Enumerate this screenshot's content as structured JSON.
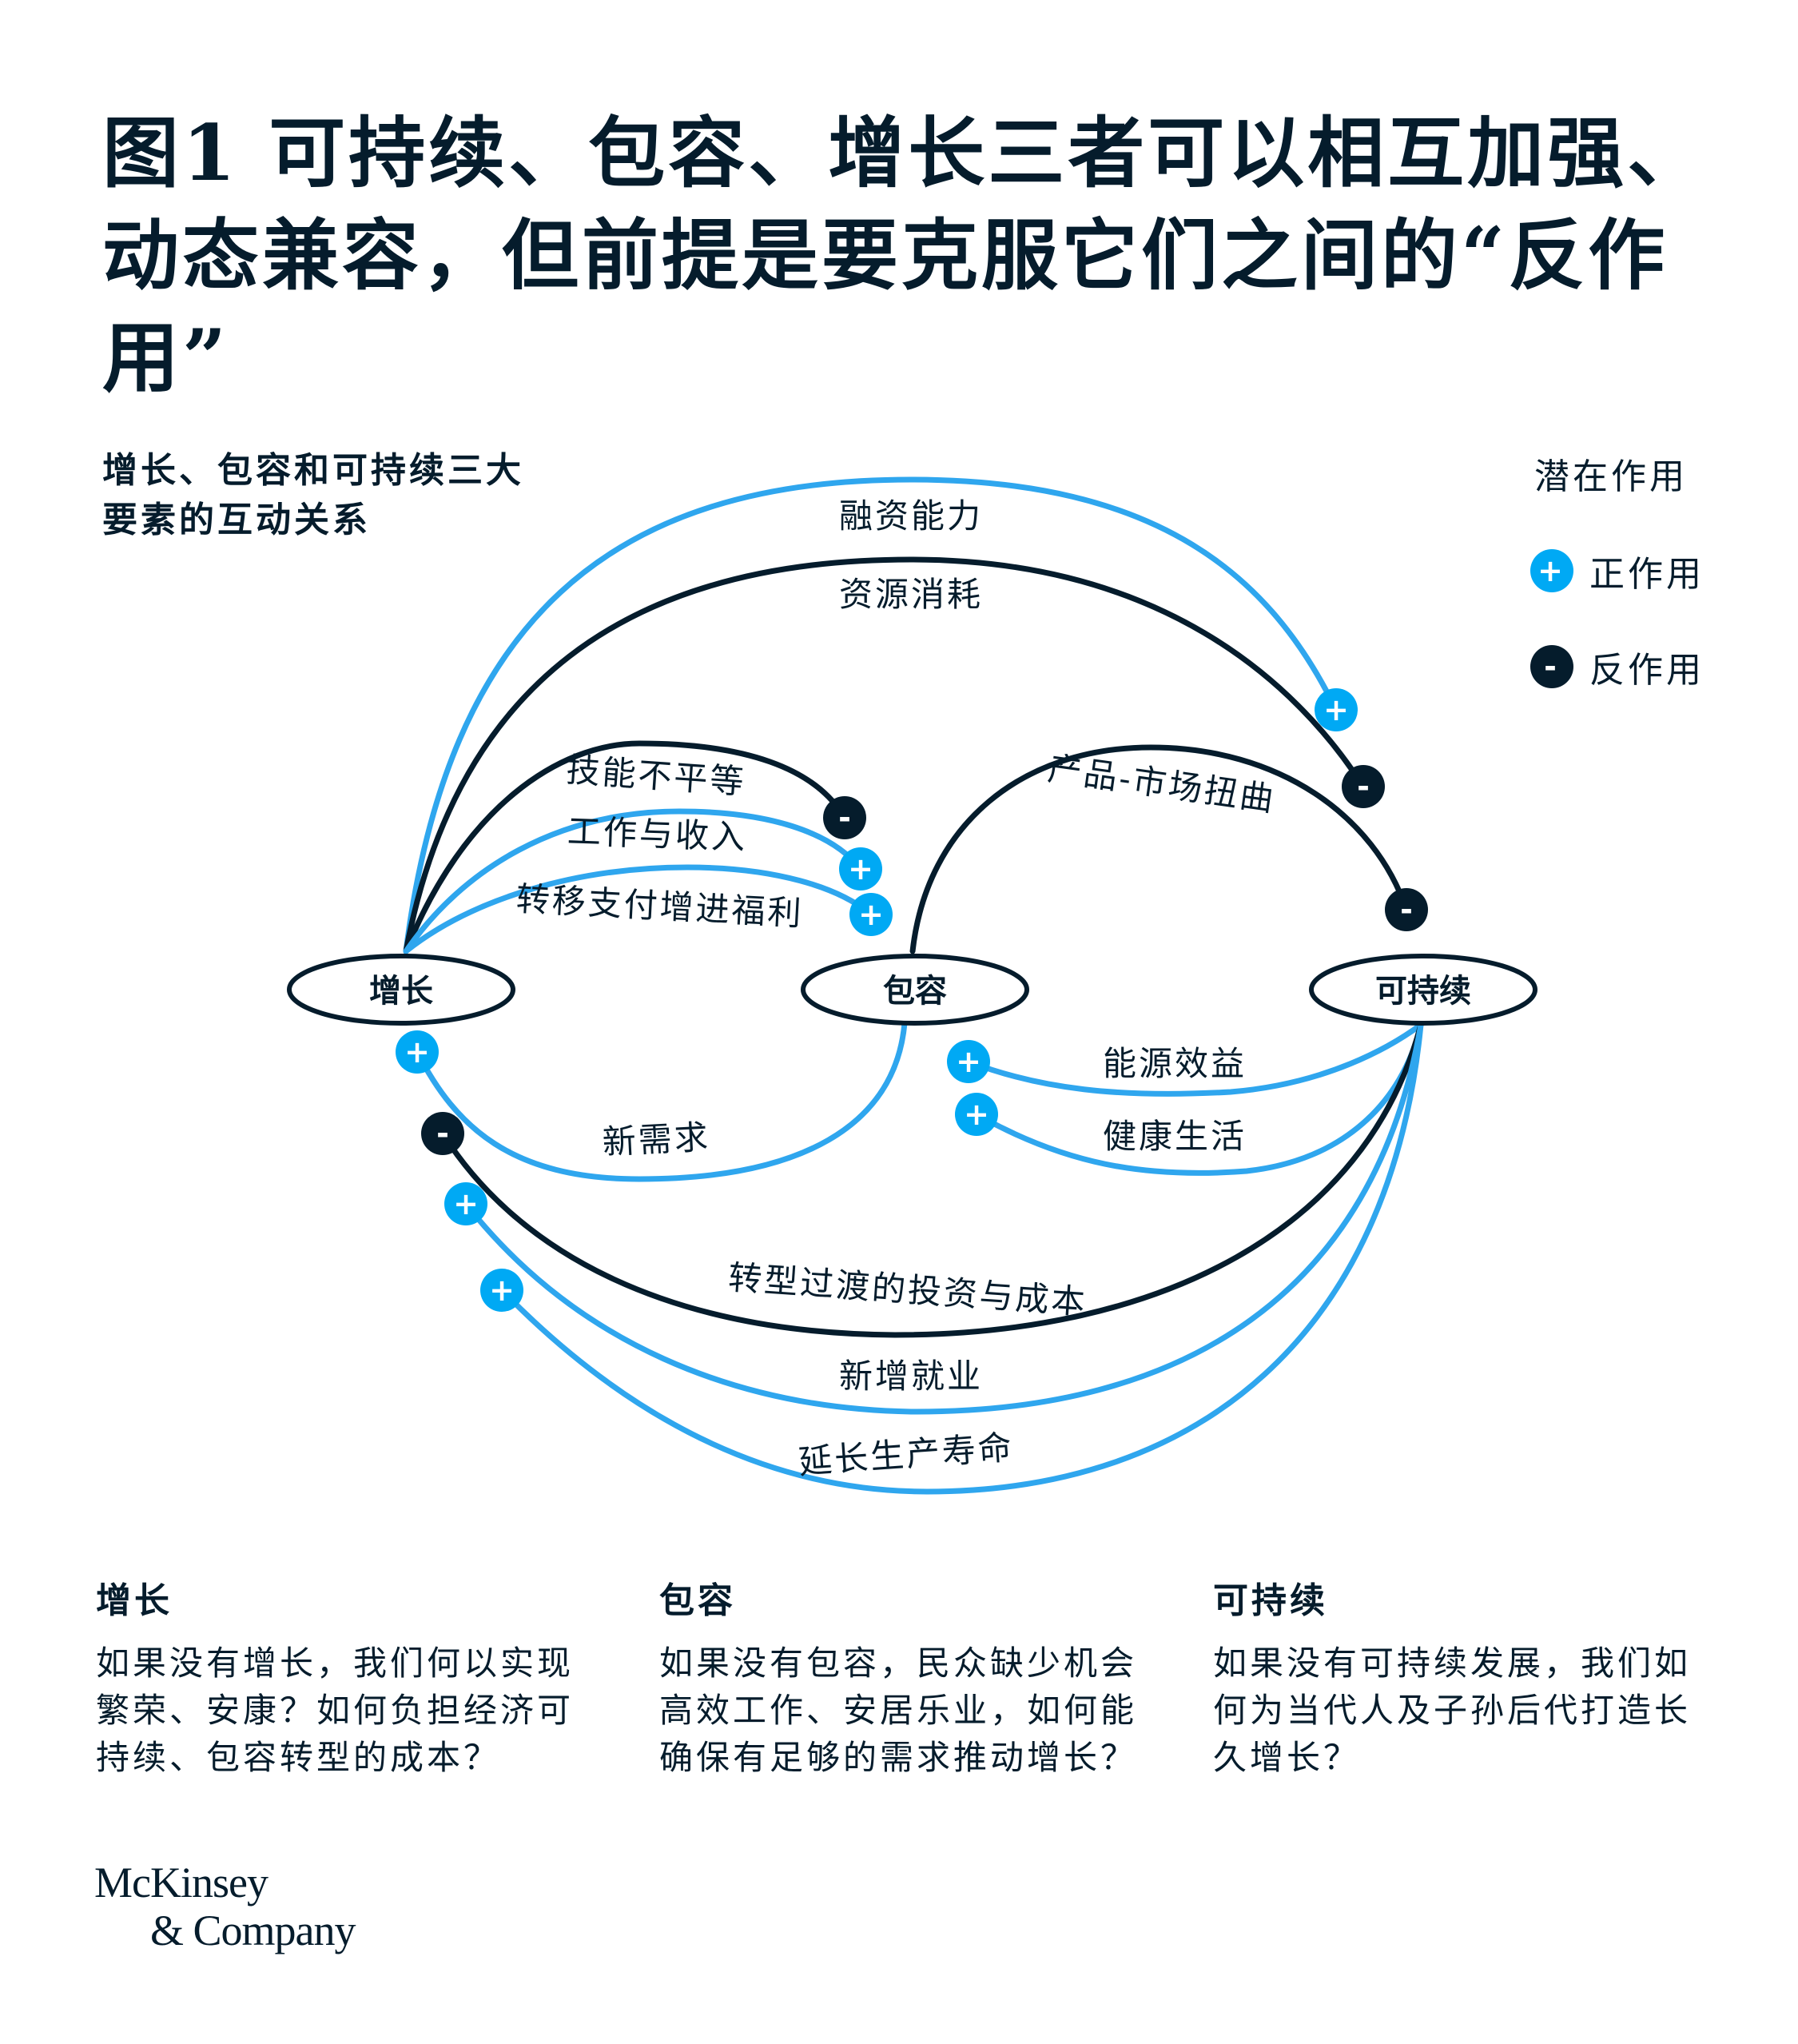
{
  "title": "图1 可持续、包容、增长三者可以相互加强、动态兼容，但前提是要克服它们之间的“反作用”",
  "subtitle": "增长、包容和可持续三大要素的互动关系",
  "legend": {
    "title": "潜在作用",
    "positive": "正作用",
    "negative": "反作用"
  },
  "colors": {
    "positive": "#00a9f4",
    "negative": "#051c2c"
  },
  "nodes": {
    "growth": "增长",
    "inclusion": "包容",
    "sustainability": "可持续"
  },
  "links": {
    "financing": "融资能力",
    "resource_use": "资源消耗",
    "skills_inequality": "技能不平等",
    "work_income": "工作与收入",
    "transfer_welfare": "转移支付增进福利",
    "market_distortion": "产品-市场扭曲",
    "new_demand": "新需求",
    "energy_benefit": "能源效益",
    "healthy_living": "健康生活",
    "transition_costs": "转型过渡的投资与成本",
    "new_jobs": "新增就业",
    "longer_life": "延长生产寿命"
  },
  "columns": [
    {
      "heading": "增长",
      "text": "如果没有增长，我们何以实现繁荣、安康？如何负担经济可持续、包容转型的成本？"
    },
    {
      "heading": "包容",
      "text": "如果没有包容，民众缺少机会高效工作、安居乐业，如何能确保有足够的需求推动增长？"
    },
    {
      "heading": "可持续",
      "text": "如果没有可持续发展，我们如何为当代人及子孙后代打造长久增长？"
    }
  ],
  "logo": {
    "line1": "McKinsey",
    "line2": "& Company"
  }
}
